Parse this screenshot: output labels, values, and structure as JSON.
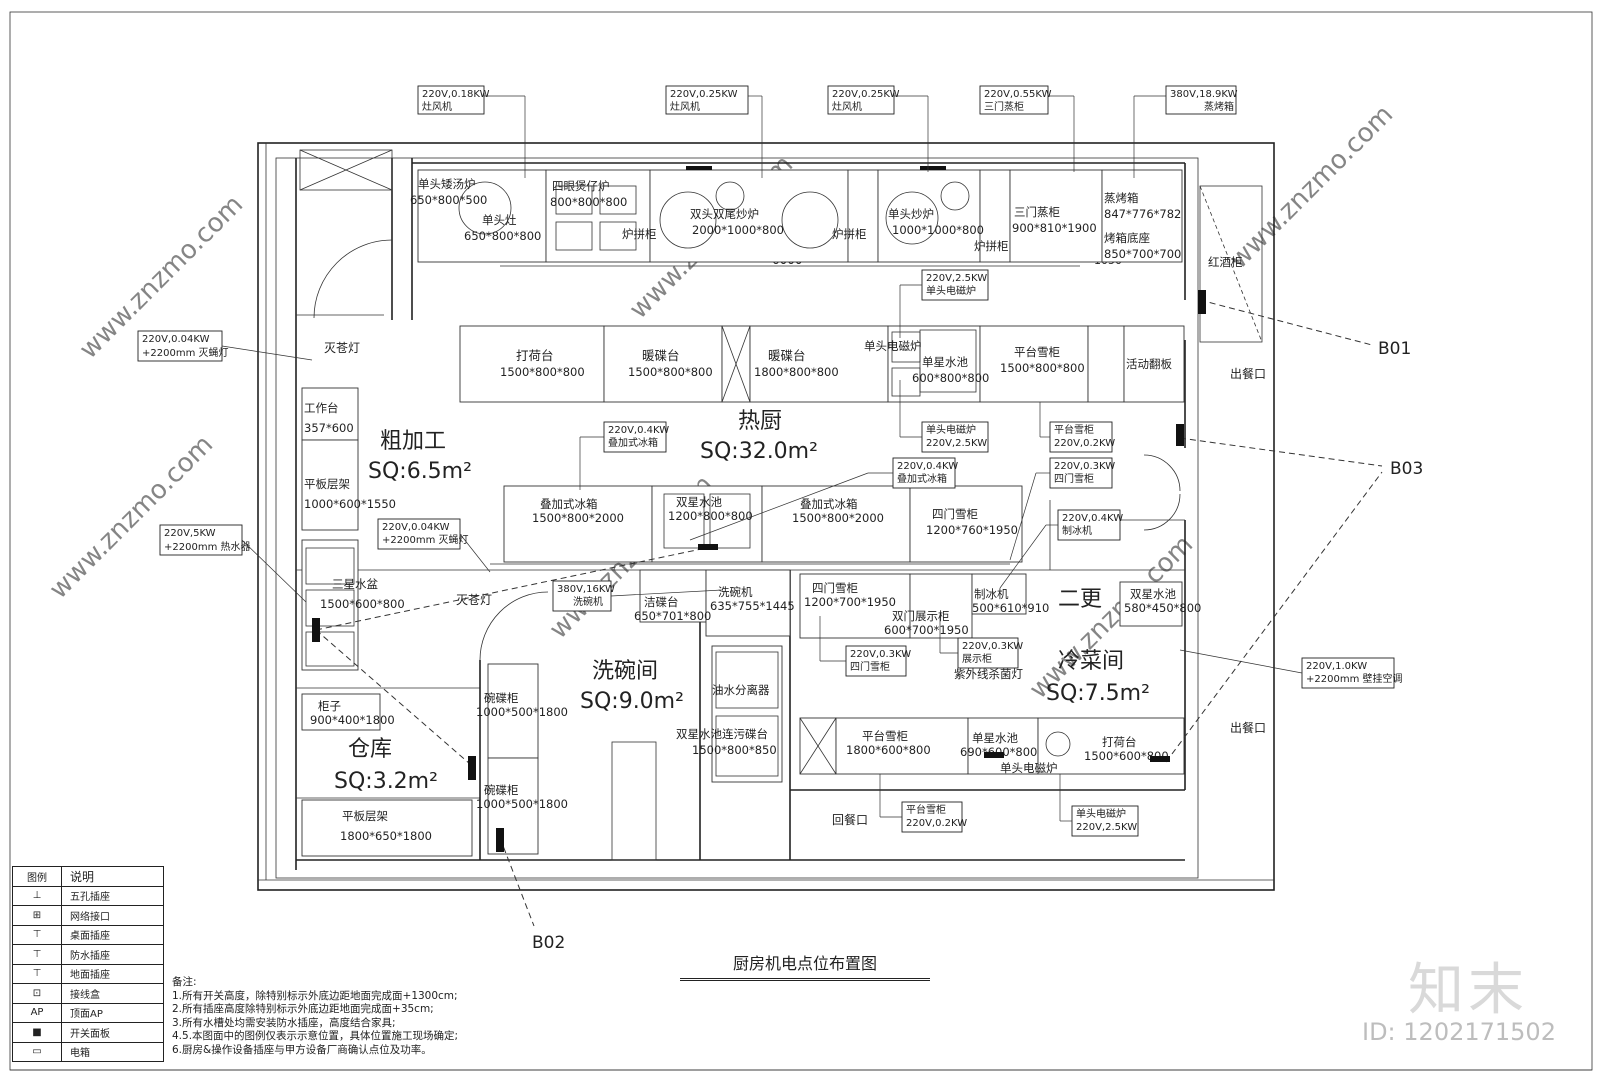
{
  "drawing": {
    "title": "厨房机电点位布置图",
    "notes": [
      "备注:",
      "1.所有开关高度，除特别标示外底边距地面完成面+1300cm;",
      "2.所有插座高度除特别标示外底边距地面完成面+35cm;",
      "3.所有水槽处均需安装防水插座，高度结合家具;",
      "4.5.本图面中的图例仅表示示意位置，具体位置施工现场确定;",
      "6.厨房&操作设备插座与甲方设备厂商确认点位及功率。"
    ],
    "brand": "知末",
    "image_id": "ID: 1202171502",
    "watermark": "www.znzmo.com"
  },
  "legend": {
    "header": [
      "图例",
      "说明"
    ],
    "items": [
      {
        "symbol": "⊥",
        "label": "五孔插座"
      },
      {
        "symbol": "⊞",
        "label": "网络接口"
      },
      {
        "symbol": "⊤",
        "label": "桌面插座"
      },
      {
        "symbol": "⊤",
        "label": "防水插座"
      },
      {
        "symbol": "⊤",
        "label": "地面插座"
      },
      {
        "symbol": "⊡",
        "label": "接线盒"
      },
      {
        "symbol": "AP",
        "label": "顶面AP"
      },
      {
        "symbol": "■",
        "label": "开关面板"
      },
      {
        "symbol": "▭",
        "label": "电箱"
      }
    ]
  },
  "rooms": [
    {
      "name": "热厨",
      "area": "SQ:32.0m²"
    },
    {
      "name": "粗加工",
      "area": "SQ:6.5m²"
    },
    {
      "name": "洗碗间",
      "area": "SQ:9.0m²"
    },
    {
      "name": "冷菜间",
      "area": "SQ:7.5m²"
    },
    {
      "name": "仓库",
      "area": "SQ:3.2m²"
    },
    {
      "name": "二更",
      "area": ""
    }
  ],
  "equipment": [
    {
      "name": "单头矮汤炉",
      "size": "650*800*500"
    },
    {
      "name": "单头灶",
      "size": "650*800*800"
    },
    {
      "name": "四眼煲仔炉",
      "size": "800*800*800"
    },
    {
      "name": "双头双尾炒炉",
      "size": "2000*1000*800"
    },
    {
      "name": "单头炒炉",
      "size": "1000*1000*800"
    },
    {
      "name": "三门蒸柜",
      "size": "900*810*1900"
    },
    {
      "name": "蒸烤箱",
      "size": "847*776*782"
    },
    {
      "name": "烤箱底座",
      "size": "850*700*700"
    },
    {
      "name": "炉拼柜",
      "size": ""
    },
    {
      "name": "红酒柜",
      "size": ""
    },
    {
      "name": "打荷台",
      "size": "1500*800*800"
    },
    {
      "name": "暖碟台",
      "size": "1500*800*800"
    },
    {
      "name": "暖碟台",
      "size": "1800*800*800"
    },
    {
      "name": "单头电磁炉",
      "size": ""
    },
    {
      "name": "单星水池",
      "size": "600*800*800"
    },
    {
      "name": "平台雪柜",
      "size": "1500*800*800"
    },
    {
      "name": "活动翻板",
      "size": ""
    },
    {
      "name": "工作台",
      "size": "357*600"
    },
    {
      "name": "平板层架",
      "size": "1000*600*1550"
    },
    {
      "name": "三星水盆",
      "size": "1500*600*800"
    },
    {
      "name": "叠加式冰箱",
      "size": "1500*800*2000"
    },
    {
      "name": "双星水池",
      "size": "1200*800*800"
    },
    {
      "name": "叠加式冰箱",
      "size": "1500*800*2000"
    },
    {
      "name": "四门雪柜",
      "size": "1200*760*1950"
    },
    {
      "name": "洁碟台",
      "size": "650*701*800"
    },
    {
      "name": "洗碗机",
      "size": "635*755*1445"
    },
    {
      "name": "四门雪柜",
      "size": "1200*700*1950"
    },
    {
      "name": "双门展示柜",
      "size": "600*700*1950"
    },
    {
      "name": "制冰机",
      "size": "500*610*910"
    },
    {
      "name": "双星水池",
      "size": "580*450*800"
    },
    {
      "name": "油水分离器",
      "size": ""
    },
    {
      "name": "双星水池连污碟台",
      "size": "1500*800*850"
    },
    {
      "name": "平台雪柜",
      "size": "1800*600*800"
    },
    {
      "name": "紫外线杀菌灯",
      "size": ""
    },
    {
      "name": "单星水池",
      "size": "690*600*800"
    },
    {
      "name": "单头电磁炉",
      "size": ""
    },
    {
      "name": "打荷台",
      "size": "1500*600*800"
    },
    {
      "name": "柜子",
      "size": "900*400*1800"
    },
    {
      "name": "碗碟柜",
      "size": "1000*500*1800"
    },
    {
      "name": "碗碟柜",
      "size": "1000*500*1800"
    },
    {
      "name": "平板层架",
      "size": "1800*650*1800"
    }
  ],
  "callouts": [
    {
      "spec": "220V,0.18KW",
      "name": "灶风机"
    },
    {
      "spec": "220V,0.25KW",
      "name": "灶风机"
    },
    {
      "spec": "220V,0.25KW",
      "name": "灶风机"
    },
    {
      "spec": "220V,0.55KW",
      "name": "三门蒸柜"
    },
    {
      "spec": "380V,18.9KW",
      "name": "蒸烤箱"
    },
    {
      "spec": "220V,2.5KW",
      "name": "单头电磁炉"
    },
    {
      "spec": "220V,0.04KW",
      "name": "+2200mm 灭蝇灯"
    },
    {
      "spec": "220V,0.4KW",
      "name": "叠加式冰箱"
    },
    {
      "spec": "单头电磁炉",
      "name": "220V,2.5KW"
    },
    {
      "spec": "平台雪柜",
      "name": "220V,0.2KW"
    },
    {
      "spec": "220V,0.4KW",
      "name": "叠加式冰箱"
    },
    {
      "spec": "220V,0.3KW",
      "name": "四门雪柜"
    },
    {
      "spec": "220V,5KW",
      "name": "+2200mm 热水器"
    },
    {
      "spec": "220V,0.04KW",
      "name": "+2200mm 灭蝇灯"
    },
    {
      "spec": "220V,0.4KW",
      "name": "制冰机"
    },
    {
      "spec": "380V,16KW",
      "name": "洗碗机"
    },
    {
      "spec": "220V,0.3KW",
      "name": "四门雪柜"
    },
    {
      "spec": "220V,0.3KW",
      "name": "展示柜"
    },
    {
      "spec": "220V,1.0KW",
      "name": "+2200mm 壁挂空调"
    },
    {
      "spec": "平台雪柜",
      "name": "220V,0.2KW"
    },
    {
      "spec": "单头电磁炉",
      "name": "220V,2.5KW"
    }
  ],
  "labels": {
    "dimension": "6000",
    "dimension_small": "1050",
    "mosquito_lamp_1": "灭苍灯",
    "mosquito_lamp_2": "灭苍灯",
    "exit_1": "出餐口",
    "exit_2": "出餐口",
    "return_window": "回餐口",
    "box_b01": "B01",
    "box_b02": "B02",
    "box_b03": "B03"
  }
}
